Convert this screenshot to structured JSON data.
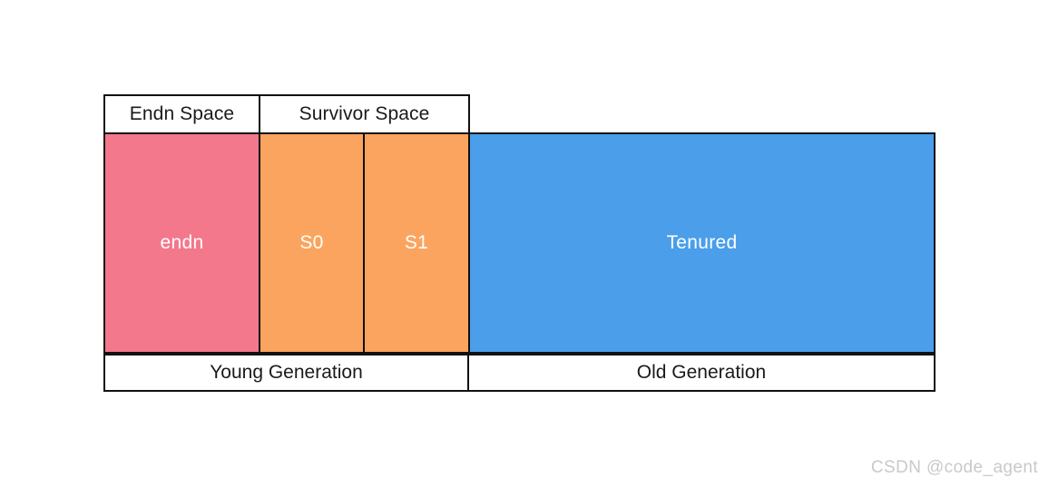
{
  "diagram": {
    "title_row": {
      "eden_space_label": "Endn Space",
      "survivor_space_label": "Survivor Space"
    },
    "regions": [
      {
        "key": "eden",
        "label": "endn",
        "color": "#F3788C"
      },
      {
        "key": "s0",
        "label": "S0",
        "color": "#FBA45F"
      },
      {
        "key": "s1",
        "label": "S1",
        "color": "#FBA45F"
      },
      {
        "key": "tenured",
        "label": "Tenured",
        "color": "#4A9EEA"
      }
    ],
    "footer_row": {
      "young_generation_label": "Young Generation",
      "old_generation_label": "Old Generation"
    },
    "stroke_color": "#111111",
    "background_color": "#FFFFFF"
  },
  "watermark": {
    "text": "CSDN @code_agent",
    "color": "#C9C9C9"
  }
}
